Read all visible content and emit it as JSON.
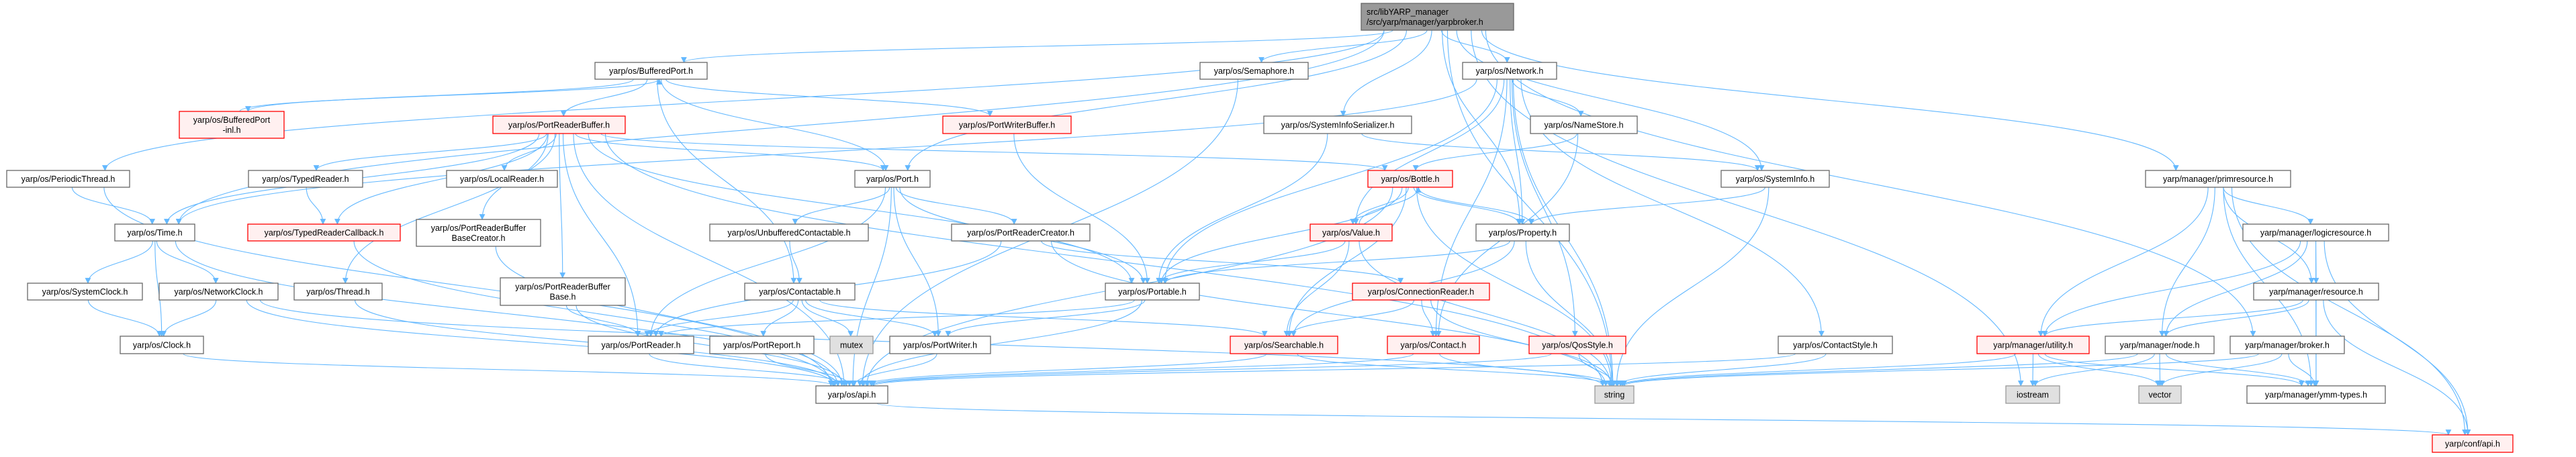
{
  "title": "src/libYARP_manager/src/yarp/manager/yarpbroker.h",
  "colors": {
    "edge": "#63b8ff",
    "root_fill": "#999999",
    "red_border": "#ff0000",
    "red_fill": "#fff0f0",
    "system_fill": "#e0e0e0"
  },
  "nodes": [
    {
      "id": "root",
      "style": "root",
      "lines": [
        "src/libYARP_manager",
        "/src/yarp/manager/yarpbroker.h"
      ]
    },
    {
      "id": "bufferedport",
      "style": "normal",
      "lines": [
        "yarp/os/BufferedPort.h"
      ]
    },
    {
      "id": "semaphore",
      "style": "normal",
      "lines": [
        "yarp/os/Semaphore.h"
      ]
    },
    {
      "id": "network",
      "style": "normal",
      "lines": [
        "yarp/os/Network.h"
      ]
    },
    {
      "id": "bufferedportinl",
      "style": "red",
      "lines": [
        "yarp/os/BufferedPort",
        "-inl.h"
      ]
    },
    {
      "id": "portreaderbuffer",
      "style": "red",
      "lines": [
        "yarp/os/PortReaderBuffer.h"
      ]
    },
    {
      "id": "portwriterbuffer",
      "style": "red",
      "lines": [
        "yarp/os/PortWriterBuffer.h"
      ]
    },
    {
      "id": "sysinfoser",
      "style": "normal",
      "lines": [
        "yarp/os/SystemInfoSerializer.h"
      ]
    },
    {
      "id": "namestore",
      "style": "normal",
      "lines": [
        "yarp/os/NameStore.h"
      ]
    },
    {
      "id": "periodicthread",
      "style": "normal",
      "lines": [
        "yarp/os/PeriodicThread.h"
      ]
    },
    {
      "id": "typedreader",
      "style": "normal",
      "lines": [
        "yarp/os/TypedReader.h"
      ]
    },
    {
      "id": "localreader",
      "style": "normal",
      "lines": [
        "yarp/os/LocalReader.h"
      ]
    },
    {
      "id": "port",
      "style": "normal",
      "lines": [
        "yarp/os/Port.h"
      ]
    },
    {
      "id": "bottle",
      "style": "red",
      "lines": [
        "yarp/os/Bottle.h"
      ]
    },
    {
      "id": "systeminfo",
      "style": "normal",
      "lines": [
        "yarp/os/SystemInfo.h"
      ]
    },
    {
      "id": "primresource",
      "style": "normal",
      "lines": [
        "yarp/manager/primresource.h"
      ]
    },
    {
      "id": "time",
      "style": "normal",
      "lines": [
        "yarp/os/Time.h"
      ]
    },
    {
      "id": "typedreadercb",
      "style": "red",
      "lines": [
        "yarp/os/TypedReaderCallback.h"
      ]
    },
    {
      "id": "prbbasecreator",
      "style": "normal",
      "lines": [
        "yarp/os/PortReaderBuffer",
        "BaseCreator.h"
      ]
    },
    {
      "id": "unbufcontactable",
      "style": "normal",
      "lines": [
        "yarp/os/UnbufferedContactable.h"
      ]
    },
    {
      "id": "portreadercreator",
      "style": "normal",
      "lines": [
        "yarp/os/PortReaderCreator.h"
      ]
    },
    {
      "id": "value",
      "style": "red",
      "lines": [
        "yarp/os/Value.h"
      ]
    },
    {
      "id": "property",
      "style": "normal",
      "lines": [
        "yarp/os/Property.h"
      ]
    },
    {
      "id": "logicresource",
      "style": "normal",
      "lines": [
        "yarp/manager/logicresource.h"
      ]
    },
    {
      "id": "systemclock",
      "style": "normal",
      "lines": [
        "yarp/os/SystemClock.h"
      ]
    },
    {
      "id": "networkclock",
      "style": "normal",
      "lines": [
        "yarp/os/NetworkClock.h"
      ]
    },
    {
      "id": "thread",
      "style": "normal",
      "lines": [
        "yarp/os/Thread.h"
      ]
    },
    {
      "id": "prbbase",
      "style": "normal",
      "lines": [
        "yarp/os/PortReaderBuffer",
        "Base.h"
      ]
    },
    {
      "id": "contactable",
      "style": "normal",
      "lines": [
        "yarp/os/Contactable.h"
      ]
    },
    {
      "id": "portable",
      "style": "normal",
      "lines": [
        "yarp/os/Portable.h"
      ]
    },
    {
      "id": "connectionreader",
      "style": "red",
      "lines": [
        "yarp/os/ConnectionReader.h"
      ]
    },
    {
      "id": "resource",
      "style": "normal",
      "lines": [
        "yarp/manager/resource.h"
      ]
    },
    {
      "id": "clock",
      "style": "normal",
      "lines": [
        "yarp/os/Clock.h"
      ]
    },
    {
      "id": "portreader",
      "style": "normal",
      "lines": [
        "yarp/os/PortReader.h"
      ]
    },
    {
      "id": "portreport",
      "style": "normal",
      "lines": [
        "yarp/os/PortReport.h"
      ]
    },
    {
      "id": "mutex",
      "style": "grey",
      "lines": [
        "mutex"
      ]
    },
    {
      "id": "portwriter",
      "style": "normal",
      "lines": [
        "yarp/os/PortWriter.h"
      ]
    },
    {
      "id": "searchable",
      "style": "red",
      "lines": [
        "yarp/os/Searchable.h"
      ]
    },
    {
      "id": "contact",
      "style": "red",
      "lines": [
        "yarp/os/Contact.h"
      ]
    },
    {
      "id": "qosstyle",
      "style": "red",
      "lines": [
        "yarp/os/QosStyle.h"
      ]
    },
    {
      "id": "contactstyle",
      "style": "normal",
      "lines": [
        "yarp/os/ContactStyle.h"
      ]
    },
    {
      "id": "utility",
      "style": "red",
      "lines": [
        "yarp/manager/utility.h"
      ]
    },
    {
      "id": "node",
      "style": "normal",
      "lines": [
        "yarp/manager/node.h"
      ]
    },
    {
      "id": "broker",
      "style": "normal",
      "lines": [
        "yarp/manager/broker.h"
      ]
    },
    {
      "id": "api",
      "style": "normal",
      "lines": [
        "yarp/os/api.h"
      ]
    },
    {
      "id": "string",
      "style": "grey",
      "lines": [
        "string"
      ]
    },
    {
      "id": "iostream",
      "style": "grey",
      "lines": [
        "iostream"
      ]
    },
    {
      "id": "vector",
      "style": "grey",
      "lines": [
        "vector"
      ]
    },
    {
      "id": "ymmtypes",
      "style": "normal",
      "lines": [
        "yarp/manager/ymm-types.h"
      ]
    },
    {
      "id": "confapi",
      "style": "red",
      "lines": [
        "yarp/conf/api.h"
      ]
    }
  ],
  "edges": [
    [
      "root",
      "bufferedport"
    ],
    [
      "root",
      "semaphore"
    ],
    [
      "root",
      "network"
    ],
    [
      "root",
      "sysinfoser"
    ],
    [
      "root",
      "property"
    ],
    [
      "root",
      "systeminfo"
    ],
    [
      "root",
      "port"
    ],
    [
      "root",
      "time"
    ],
    [
      "root",
      "periodicthread"
    ],
    [
      "root",
      "string"
    ],
    [
      "root",
      "iostream"
    ],
    [
      "root",
      "primresource"
    ],
    [
      "root",
      "broker"
    ],
    [
      "bufferedport",
      "bufferedportinl"
    ],
    [
      "bufferedportinl",
      "bufferedport"
    ],
    [
      "bufferedport",
      "portreaderbuffer"
    ],
    [
      "bufferedport",
      "portwriterbuffer"
    ],
    [
      "bufferedport",
      "port"
    ],
    [
      "bufferedport",
      "contactable"
    ],
    [
      "portreaderbuffer",
      "typedreader"
    ],
    [
      "portreaderbuffer",
      "localreader"
    ],
    [
      "portreaderbuffer",
      "typedreadercb"
    ],
    [
      "portreaderbuffer",
      "prbbasecreator"
    ],
    [
      "portreaderbuffer",
      "prbbase"
    ],
    [
      "portreaderbuffer",
      "portreader"
    ],
    [
      "portreaderbuffer",
      "time"
    ],
    [
      "portreaderbuffer",
      "thread"
    ],
    [
      "portreaderbuffer",
      "port"
    ],
    [
      "portreaderbuffer",
      "bottle"
    ],
    [
      "portreaderbuffer",
      "portable"
    ],
    [
      "portreaderbuffer",
      "string"
    ],
    [
      "portreaderbuffer",
      "api"
    ],
    [
      "typedreader",
      "typedreadercb"
    ],
    [
      "typedreadercb",
      "api"
    ],
    [
      "prbbasecreator",
      "api"
    ],
    [
      "prbbase",
      "portreader"
    ],
    [
      "prbbase",
      "api"
    ],
    [
      "periodicthread",
      "time"
    ],
    [
      "periodicthread",
      "api"
    ],
    [
      "time",
      "systemclock"
    ],
    [
      "time",
      "networkclock"
    ],
    [
      "time",
      "clock"
    ],
    [
      "time",
      "api"
    ],
    [
      "systemclock",
      "clock"
    ],
    [
      "networkclock",
      "clock"
    ],
    [
      "networkclock",
      "api"
    ],
    [
      "networkclock",
      "string"
    ],
    [
      "thread",
      "api"
    ],
    [
      "clock",
      "api"
    ],
    [
      "portreader",
      "api"
    ],
    [
      "port",
      "unbufcontactable"
    ],
    [
      "port",
      "portreadercreator"
    ],
    [
      "port",
      "portable"
    ],
    [
      "port",
      "portwriter"
    ],
    [
      "port",
      "portreader"
    ],
    [
      "port",
      "api"
    ],
    [
      "unbufcontactable",
      "contactable"
    ],
    [
      "contactable",
      "portreader"
    ],
    [
      "contactable",
      "portreport"
    ],
    [
      "contactable",
      "mutex"
    ],
    [
      "contactable",
      "portwriter"
    ],
    [
      "contactable",
      "searchable"
    ],
    [
      "portreadercreator",
      "portreader"
    ],
    [
      "portreadercreator",
      "connectionreader"
    ],
    [
      "portreadercreator",
      "string"
    ],
    [
      "portable",
      "portreader"
    ],
    [
      "portable",
      "portwriter"
    ],
    [
      "portable",
      "api"
    ],
    [
      "portwriter",
      "api"
    ],
    [
      "portreport",
      "api"
    ],
    [
      "portwriterbuffer",
      "portable"
    ],
    [
      "semaphore",
      "api"
    ],
    [
      "network",
      "time"
    ],
    [
      "network",
      "portable"
    ],
    [
      "network",
      "value"
    ],
    [
      "network",
      "property"
    ],
    [
      "network",
      "namestore"
    ],
    [
      "network",
      "contact"
    ],
    [
      "network",
      "qosstyle"
    ],
    [
      "network",
      "contactstyle"
    ],
    [
      "network",
      "string"
    ],
    [
      "sysinfoser",
      "systeminfo"
    ],
    [
      "sysinfoser",
      "portable"
    ],
    [
      "namestore",
      "bottle"
    ],
    [
      "namestore",
      "contact"
    ],
    [
      "bottle",
      "value"
    ],
    [
      "bottle",
      "property"
    ],
    [
      "bottle",
      "portable"
    ],
    [
      "bottle",
      "searchable"
    ],
    [
      "bottle",
      "string"
    ],
    [
      "bottle",
      "api"
    ],
    [
      "value",
      "bottle"
    ],
    [
      "value",
      "searchable"
    ],
    [
      "value",
      "portable"
    ],
    [
      "value",
      "string"
    ],
    [
      "property",
      "bottle"
    ],
    [
      "property",
      "searchable"
    ],
    [
      "property",
      "portable"
    ],
    [
      "property",
      "string"
    ],
    [
      "systeminfo",
      "property"
    ],
    [
      "systeminfo",
      "string"
    ],
    [
      "connectionreader",
      "searchable"
    ],
    [
      "connectionreader",
      "contact"
    ],
    [
      "connectionreader",
      "string"
    ],
    [
      "contact",
      "string"
    ],
    [
      "contact",
      "api"
    ],
    [
      "searchable",
      "string"
    ],
    [
      "searchable",
      "api"
    ],
    [
      "qosstyle",
      "string"
    ],
    [
      "qosstyle",
      "api"
    ],
    [
      "contactstyle",
      "string"
    ],
    [
      "contactstyle",
      "api"
    ],
    [
      "api",
      "confapi"
    ],
    [
      "primresource",
      "utility"
    ],
    [
      "primresource",
      "node"
    ],
    [
      "primresource",
      "logicresource"
    ],
    [
      "primresource",
      "resource"
    ],
    [
      "primresource",
      "ymmtypes"
    ],
    [
      "primresource",
      "confapi"
    ],
    [
      "logicresource",
      "utility"
    ],
    [
      "logicresource",
      "node"
    ],
    [
      "logicresource",
      "resource"
    ],
    [
      "logicresource",
      "ymmtypes"
    ],
    [
      "logicresource",
      "confapi"
    ],
    [
      "resource",
      "utility"
    ],
    [
      "resource",
      "node"
    ],
    [
      "resource",
      "ymmtypes"
    ],
    [
      "resource",
      "confapi"
    ],
    [
      "utility",
      "iostream"
    ],
    [
      "utility",
      "vector"
    ],
    [
      "utility",
      "ymmtypes"
    ],
    [
      "utility",
      "string"
    ],
    [
      "node",
      "iostream"
    ],
    [
      "node",
      "vector"
    ],
    [
      "node",
      "ymmtypes"
    ],
    [
      "node",
      "string"
    ],
    [
      "broker",
      "vector"
    ],
    [
      "broker",
      "ymmtypes"
    ],
    [
      "broker",
      "string"
    ]
  ]
}
